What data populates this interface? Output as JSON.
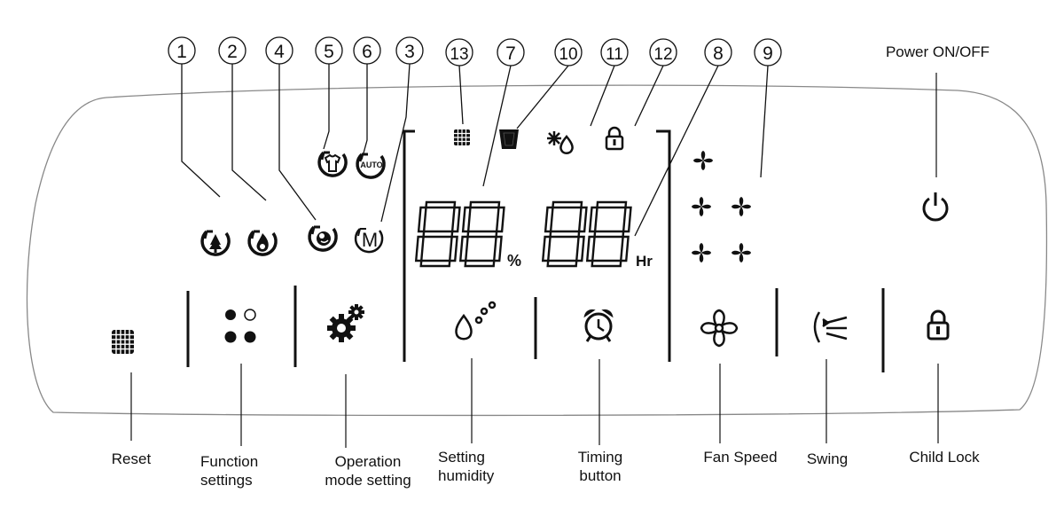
{
  "callouts": [
    "1",
    "2",
    "4",
    "5",
    "6",
    "3",
    "13",
    "7",
    "10",
    "11",
    "12",
    "8",
    "9"
  ],
  "display": {
    "humidity_digits": "88",
    "humidity_unit": "%",
    "timer_digits": "88",
    "timer_unit": "Hr",
    "auto_label": "AUTO",
    "manual_label": "M"
  },
  "buttons": [
    {
      "label": "Reset",
      "icon": "grid-icon"
    },
    {
      "label": "Function",
      "label2": "settings",
      "icon": "dots-icon"
    },
    {
      "label": "Operation",
      "label2": "mode setting",
      "icon": "gear-icon"
    },
    {
      "label": "Setting",
      "label2": "humidity",
      "icon": "water-drops-icon"
    },
    {
      "label": "Timing",
      "label2": "button",
      "icon": "alarm-clock-icon"
    },
    {
      "label": "Fan Speed",
      "icon": "fan-icon"
    },
    {
      "label": "Swing",
      "icon": "swing-icon"
    },
    {
      "label": "Child Lock",
      "icon": "lock-icon"
    }
  ],
  "power": {
    "label": "Power ON/OFF",
    "icon": "power-icon"
  },
  "colors": {
    "ink": "#111111",
    "outline": "#888888"
  }
}
